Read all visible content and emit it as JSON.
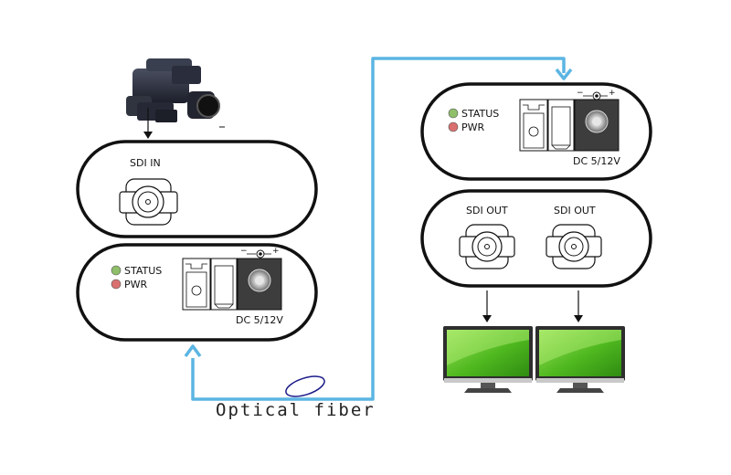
{
  "transmitter": {
    "input_label": "SDI IN",
    "status_label": "STATUS",
    "power_label": "PWR",
    "dc_label": "DC 5/12V",
    "polarity_minus": "−",
    "polarity_plus": "+"
  },
  "receiver": {
    "status_label": "STATUS",
    "power_label": "PWR",
    "dc_label": "DC 5/12V",
    "polarity_minus": "−",
    "polarity_plus": "+",
    "output_1_label": "SDI OUT",
    "output_2_label": "SDI OUT"
  },
  "link": {
    "label": "Optical fiber"
  },
  "colors": {
    "fiber": "#5bb5e3",
    "status_led": "#8fbf6a",
    "power_led": "#d9706f",
    "screen_green": "#5cc22c",
    "outline": "#111111"
  }
}
